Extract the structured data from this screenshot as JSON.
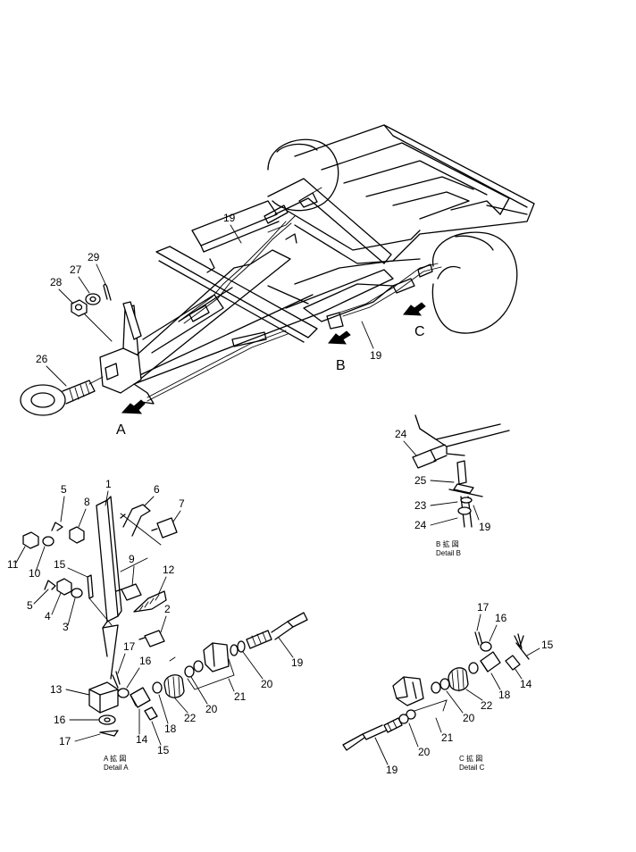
{
  "view_labels": {
    "a": "A",
    "b": "B",
    "c": "C"
  },
  "captions": {
    "detail_a": {
      "line1": "A 拡 図",
      "line2": "Detail A"
    },
    "detail_b": {
      "line1": "B 拡 図",
      "line2": "Detail B"
    },
    "detail_c": {
      "line1": "C 拡 図",
      "line2": "Detail C"
    }
  },
  "callouts": {
    "main": {
      "p19a": "19",
      "p19b": "19",
      "p29": "29",
      "p27": "27",
      "p28": "28",
      "p26": "26"
    },
    "detail_b": {
      "p24a": "24",
      "p25": "25",
      "p23": "23",
      "p24b": "24",
      "p19": "19"
    },
    "detail_a": {
      "p1": "1",
      "p5a": "5",
      "p8": "8",
      "p6": "6",
      "p7": "7",
      "p11": "11",
      "p10": "10",
      "p15a": "15",
      "p9": "9",
      "p12": "12",
      "p5b": "5",
      "p4": "4",
      "p3": "3",
      "p2": "2",
      "p17a": "17",
      "p16a": "16",
      "p13": "13",
      "p16b": "16",
      "p17b": "17",
      "p14": "14",
      "p15b": "15",
      "p18": "18",
      "p22": "22",
      "p20a": "20",
      "p21": "21",
      "p20b": "20",
      "p19": "19"
    },
    "detail_c": {
      "p17": "17",
      "p16": "16",
      "p15": "15",
      "p14": "14",
      "p18": "18",
      "p22": "22",
      "p20a": "20",
      "p21": "21",
      "p20b": "20",
      "p19": "19"
    }
  }
}
